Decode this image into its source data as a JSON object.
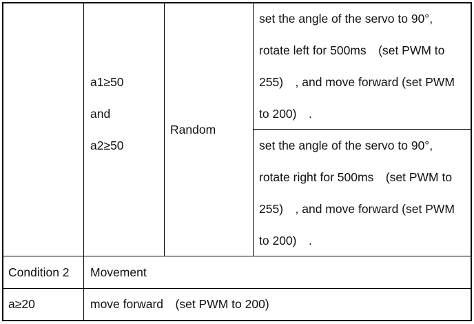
{
  "table": {
    "top_block": {
      "condition_lines": [
        "a1≥50",
        "and",
        "a2≥50"
      ],
      "mode": "Random",
      "action_1": {
        "line1": "set the angle of the servo to 90°,",
        "line2": "rotate left for 500ms　(set PWM to",
        "line3": "255)　, and move forward (set PWM",
        "line4": "to 200)　."
      },
      "action_2": {
        "line1": "set the angle of the servo to 90°,",
        "line2": "rotate right for 500ms　(set PWM to",
        "line3": "255)　, and move forward (set PWM",
        "line4": "to 200)　."
      }
    },
    "condition2_row": {
      "label": "Condition 2",
      "header": "Movement"
    },
    "last_row": {
      "condition": "a≥20",
      "action": "move forward　(set PWM to 200)"
    }
  }
}
